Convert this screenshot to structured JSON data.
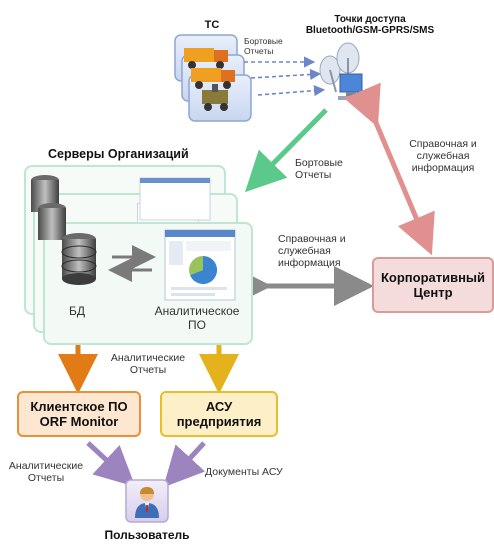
{
  "labels": {
    "ts": "ТС",
    "access_points": "Точки доступа\nBluetooth/GSM-GPRS/SMS",
    "onboard_reports_small": "Бортовые\nОтчеты",
    "onboard_reports": "Бортовые\nОтчеты",
    "reference_info_right": "Справочная и\nслужебная\nинформация",
    "servers_title": "Серверы Организаций",
    "reference_info_center": "Справочная и\nслужебная\nинформация",
    "db": "БД",
    "analytic_sw": "Аналитическое\nПО",
    "analytic_reports_mid": "Аналитические\nОтчеты",
    "client_sw": "Клиентское ПО\nORF Monitor",
    "asu": "АСУ\nпредприятия",
    "corporate_center": "Корпоративный\nЦентр",
    "analytic_reports_left": "Аналитические\nОтчеты",
    "asu_docs": "Документы АСУ",
    "user": "Пользователь"
  },
  "colors": {
    "green_arrow": "#5bc98a",
    "pink_arrow": "#e0918f",
    "gray_arrow": "#8a8a8a",
    "orange_arrow": "#e07b16",
    "yellow_arrow": "#e3b21c",
    "purple_arrow": "#9c84bf",
    "dashed_link": "#6e86c8"
  }
}
